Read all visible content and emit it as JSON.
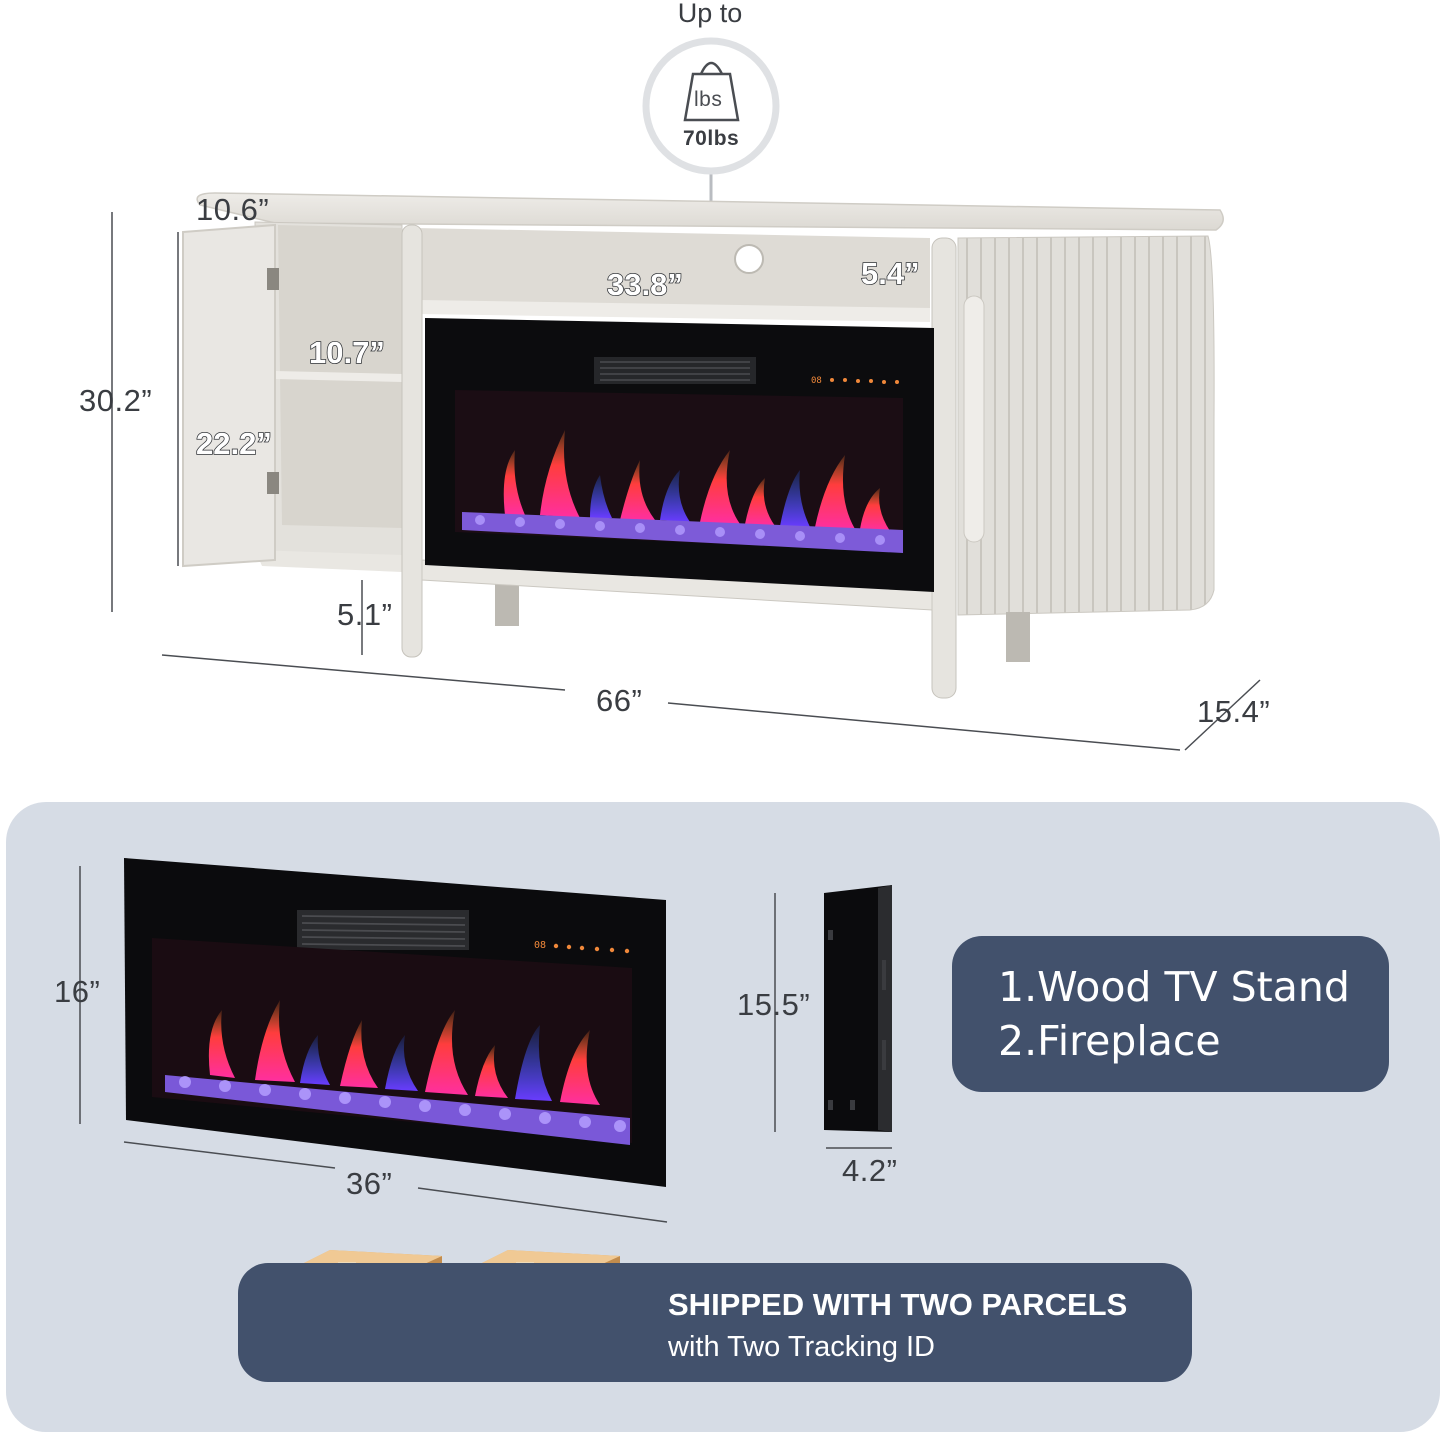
{
  "weight": {
    "heading": "Up to",
    "icon_unit": "lbs",
    "capacity": "70lbs"
  },
  "stand_dimensions": {
    "door_depth": "10.6”",
    "shelf_width": "33.8”",
    "shelf_height": "5.4”",
    "cabinet_shelf_depth": "10.7”",
    "overall_height": "30.2”",
    "cabinet_height": "22.2”",
    "leg_height": "5.1”",
    "overall_width": "66”",
    "overall_depth": "15.4”"
  },
  "fireplace_dimensions": {
    "height": "16”",
    "width": "36”",
    "side_height": "15.5”",
    "depth": "4.2”",
    "display_readout": "08"
  },
  "included_items": [
    "1.Wood TV Stand",
    "2.Fireplace"
  ],
  "shipping": {
    "title": "SHIPPED WITH TWO PARCELS",
    "subtitle": "with Two Tracking ID"
  },
  "colors": {
    "panel_background": "#d6dce5",
    "badge_background": "#42516c",
    "stand_wood": "#e4e2dd",
    "fireplace_body": "#0c0c0e"
  }
}
